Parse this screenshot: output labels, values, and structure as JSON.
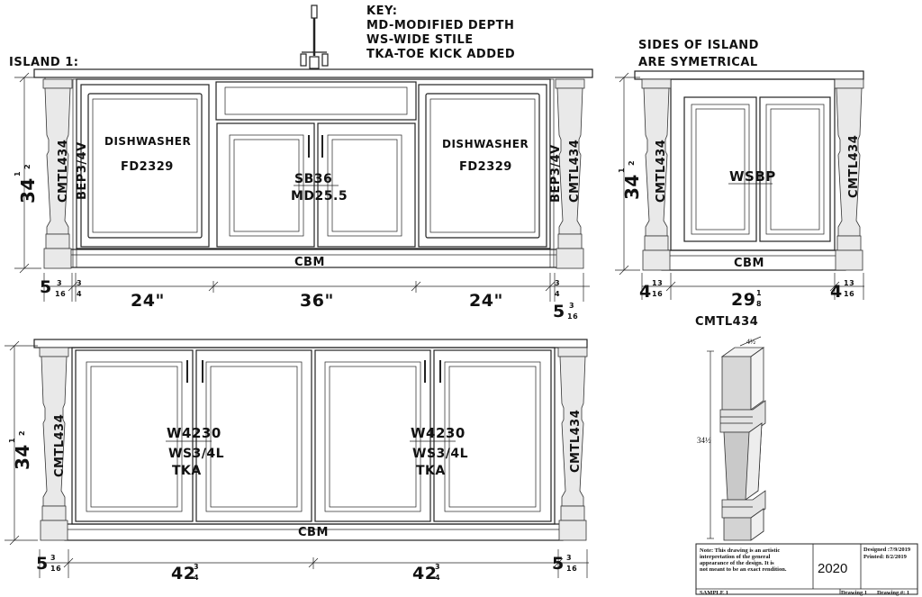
{
  "key": {
    "title": "KEY:",
    "lines": [
      "MD-MODIFIED DEPTH",
      "WS-WIDE STILE",
      "TKA-TOE KICK ADDED"
    ]
  },
  "island_title": "ISLAND 1:",
  "sides_note": [
    "SIDES OF ISLAND",
    "ARE SYMETRICAL"
  ],
  "front": {
    "height_whole": "34",
    "height_frac": "1|2",
    "left_dishwasher": "DISHWASHER",
    "left_dishwasher_code": "FD2329",
    "right_dishwasher": "DISHWASHER",
    "right_dishwasher_code": "FD2329",
    "sink_code": "SB36",
    "sink_mod": "MD25.5",
    "leg_left": "CMTL434",
    "leg_right": "CMTL434",
    "end_panel_left": "BEP3/4V",
    "end_panel_right": "BEP3/4V",
    "base": "CBM",
    "dims": {
      "left_leg_whole": "5",
      "left_leg_frac": "3|16",
      "left_panel_frac": "3|4",
      "d1": "24\"",
      "d2": "36\"",
      "d3": "24\"",
      "right_panel_frac": "3|4",
      "right_leg_whole": "5",
      "right_leg_frac": "3|16"
    }
  },
  "side": {
    "height_whole": "34",
    "height_frac": "1|2",
    "panel_code": "WSBP",
    "leg_left": "CMTL434",
    "leg_right": "CMTL434",
    "base": "CBM",
    "dims": {
      "left_whole": "4",
      "left_frac": "13|16",
      "center_whole": "29",
      "center_frac": "1|8",
      "right_whole": "4",
      "right_frac": "13|16"
    }
  },
  "back": {
    "height_whole": "34",
    "height_frac": "1|2",
    "cab1_code": "W4230",
    "cab1_mod": "WS3/4L",
    "cab1_tka": "TKA",
    "cab2_code": "W4230",
    "cab2_mod": "WS3/4L",
    "cab2_tka": "TKA",
    "leg_left": "CMTL434",
    "leg_right": "CMTL434",
    "base": "CBM",
    "dims": {
      "left_whole": "5",
      "left_frac": "3|16",
      "d1_whole": "42",
      "d1_frac": "3|4",
      "d2_whole": "42",
      "d2_frac": "3|4",
      "right_whole": "5",
      "right_frac": "3|16"
    }
  },
  "leg_detail": {
    "title": "CMTL434",
    "top_dim": "4½",
    "height_dim": "34½"
  },
  "title_block": {
    "note": [
      "Note: This drawing is an artistic",
      "interpretation of the general",
      "appearance of the design. It is",
      "not meant to be an exact rendition."
    ],
    "logo": "2020",
    "designed": "Designed :7/9/2019",
    "printed": "Printed: 8/2/2019",
    "sample": "SAMPLE 1",
    "drawing": "Drawing 1",
    "drawing_num": "Drawing #: 1"
  }
}
